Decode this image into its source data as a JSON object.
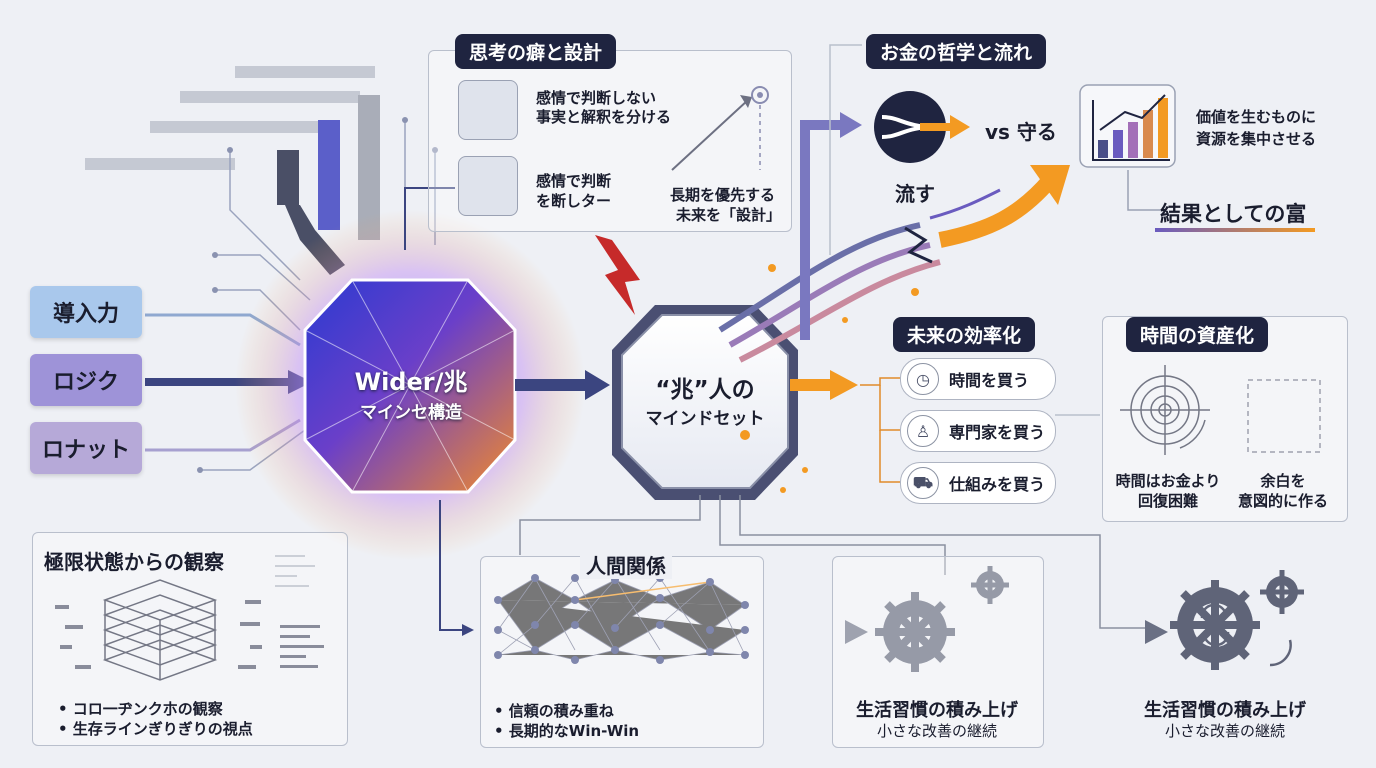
{
  "inputs": [
    "導入力",
    "ロジク",
    "ロナット"
  ],
  "center_left": {
    "line1": "Wider/兆",
    "line2": "マインセ構造"
  },
  "center_right": {
    "line1": "“兆”人の",
    "line2": "マインドセット"
  },
  "thinking": {
    "title": "思考の癖と設計",
    "item1": {
      "line1": "感情で判断しない",
      "line2": "事実と解釈を分ける"
    },
    "item2": {
      "line1": "感情で判断",
      "line2": "を断しター"
    },
    "long_term": {
      "line1": "長期を優先する",
      "line2": "未来を「設計」"
    }
  },
  "money": {
    "title": "お金の哲学と流れ",
    "vs_label": "vs 守る",
    "flow_label": "流す",
    "invest": {
      "line1": "価値を生むものに",
      "line2": "資源を集中させる"
    },
    "result": "結果としての富"
  },
  "efficiency": {
    "title": "未来の効率化",
    "items": [
      {
        "icon": "clock-icon",
        "glyph": "◷",
        "label": "時間を買う"
      },
      {
        "icon": "person-icon",
        "glyph": "♙",
        "label": "専門家を買う"
      },
      {
        "icon": "cart-icon",
        "glyph": "⛟",
        "label": "仕組みを買う"
      }
    ]
  },
  "time_asset": {
    "title": "時間の資産化",
    "left": {
      "line1": "時間はお金より",
      "line2": "回復困難"
    },
    "right": {
      "line1": "余白を",
      "line2": "意図的に作る"
    }
  },
  "extreme": {
    "title": "極限状態からの観察",
    "bullet1": "• コロ一ヂンク朩の観察",
    "bullet2": "• 生存ラインぎりぎりの視点"
  },
  "relations": {
    "title": "人間関係",
    "bullet1": "• 信頼の積み重ね",
    "bullet2": "• 長期的なWin-Win"
  },
  "habits1": {
    "title": "生活習慣の積み上げ",
    "sub": "小さな改善の継続"
  },
  "habits2": {
    "title": "生活習慣の積み上げ",
    "sub": "小さな改善の継続"
  },
  "colors": {
    "navy": "#1f2440",
    "orange": "#f39a22",
    "purple": "#6a5bbf",
    "blue": "#6f9fd4",
    "lavender": "#a79ad6"
  }
}
